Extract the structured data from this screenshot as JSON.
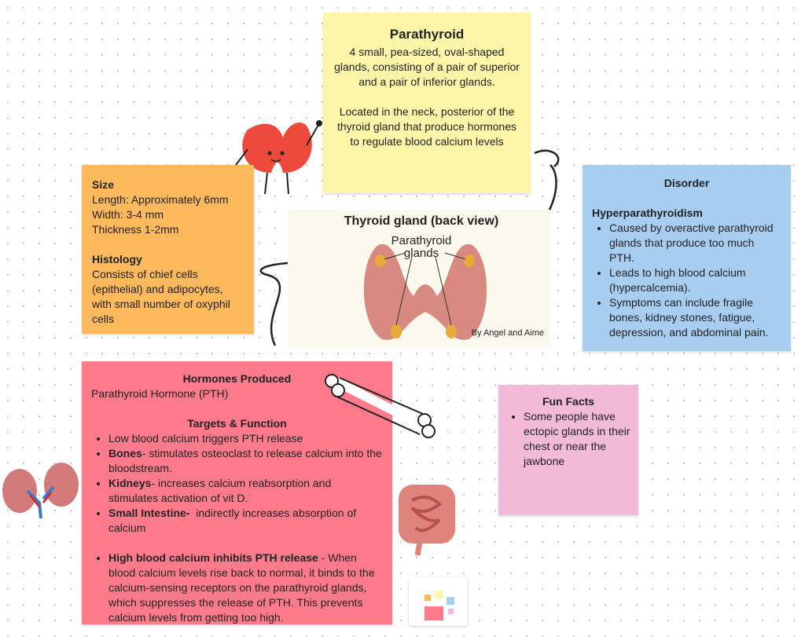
{
  "parathyroid": {
    "title": "Parathyroid",
    "description": "4 small, pea-sized, oval-shaped glands, consisting of a pair of superior and a pair of inferior glands.",
    "location": "Located in the neck, posterior of the thyroid gland that produce hormones to regulate blood calcium levels"
  },
  "size": {
    "title": "Size",
    "length": "Length: Approximately 6mm",
    "width": "Width: 3-4 mm",
    "thickness": "Thickness 1-2mm",
    "histology_title": "Histology",
    "histology": "Consists of chief cells (epithelial) and adipocytes, with small number of oxyphil cells"
  },
  "image": {
    "title": "Thyroid gland (back view)",
    "label": "Parathyroid glands",
    "credit": "By Angel and Aime"
  },
  "disorder": {
    "title": "Disorder",
    "name": "Hyperparathyroidism",
    "items": [
      "Caused by overactive parathyroid glands that produce too much PTH.",
      "Leads to high blood calcium (hypercalcemia).",
      "Symptoms can include fragile bones, kidney stones, fatigue, depression, and abdominal pain."
    ]
  },
  "hormones": {
    "title": "Hormones Produced",
    "hormone": "Parathyroid Hormone (PTH)",
    "targets_title": "Targets & Function",
    "items": [
      {
        "bold": "",
        "text": "Low blood calcium triggers PTH release"
      },
      {
        "bold": "Bones",
        "text": "- stimulates osteoclast to release calcium into the bloodstream."
      },
      {
        "bold": "Kidneys",
        "text": "- increases calcium reabsorption and stimulates activation of vit D."
      },
      {
        "bold": "Small Intestine-",
        "text": "  indirectly increases absorption of calcium"
      }
    ],
    "inhibit_bold": "High blood calcium inhibits PTH release",
    "inhibit_text": " - When blood calcium levels rise back to normal, it binds to the calcium-sensing receptors on the parathyroid glands, which suppresses the release of PTH. This prevents calcium levels from getting too high."
  },
  "funfacts": {
    "title": "Fun Facts",
    "items": [
      "Some people have ectopic glands in their chest or near the jawbone"
    ]
  },
  "colors": {
    "yellow": "#fdf6a8",
    "orange": "#fdb95b",
    "blue": "#a7cdf1",
    "red": "#ff7b8c",
    "pink": "#f3b9d9"
  }
}
